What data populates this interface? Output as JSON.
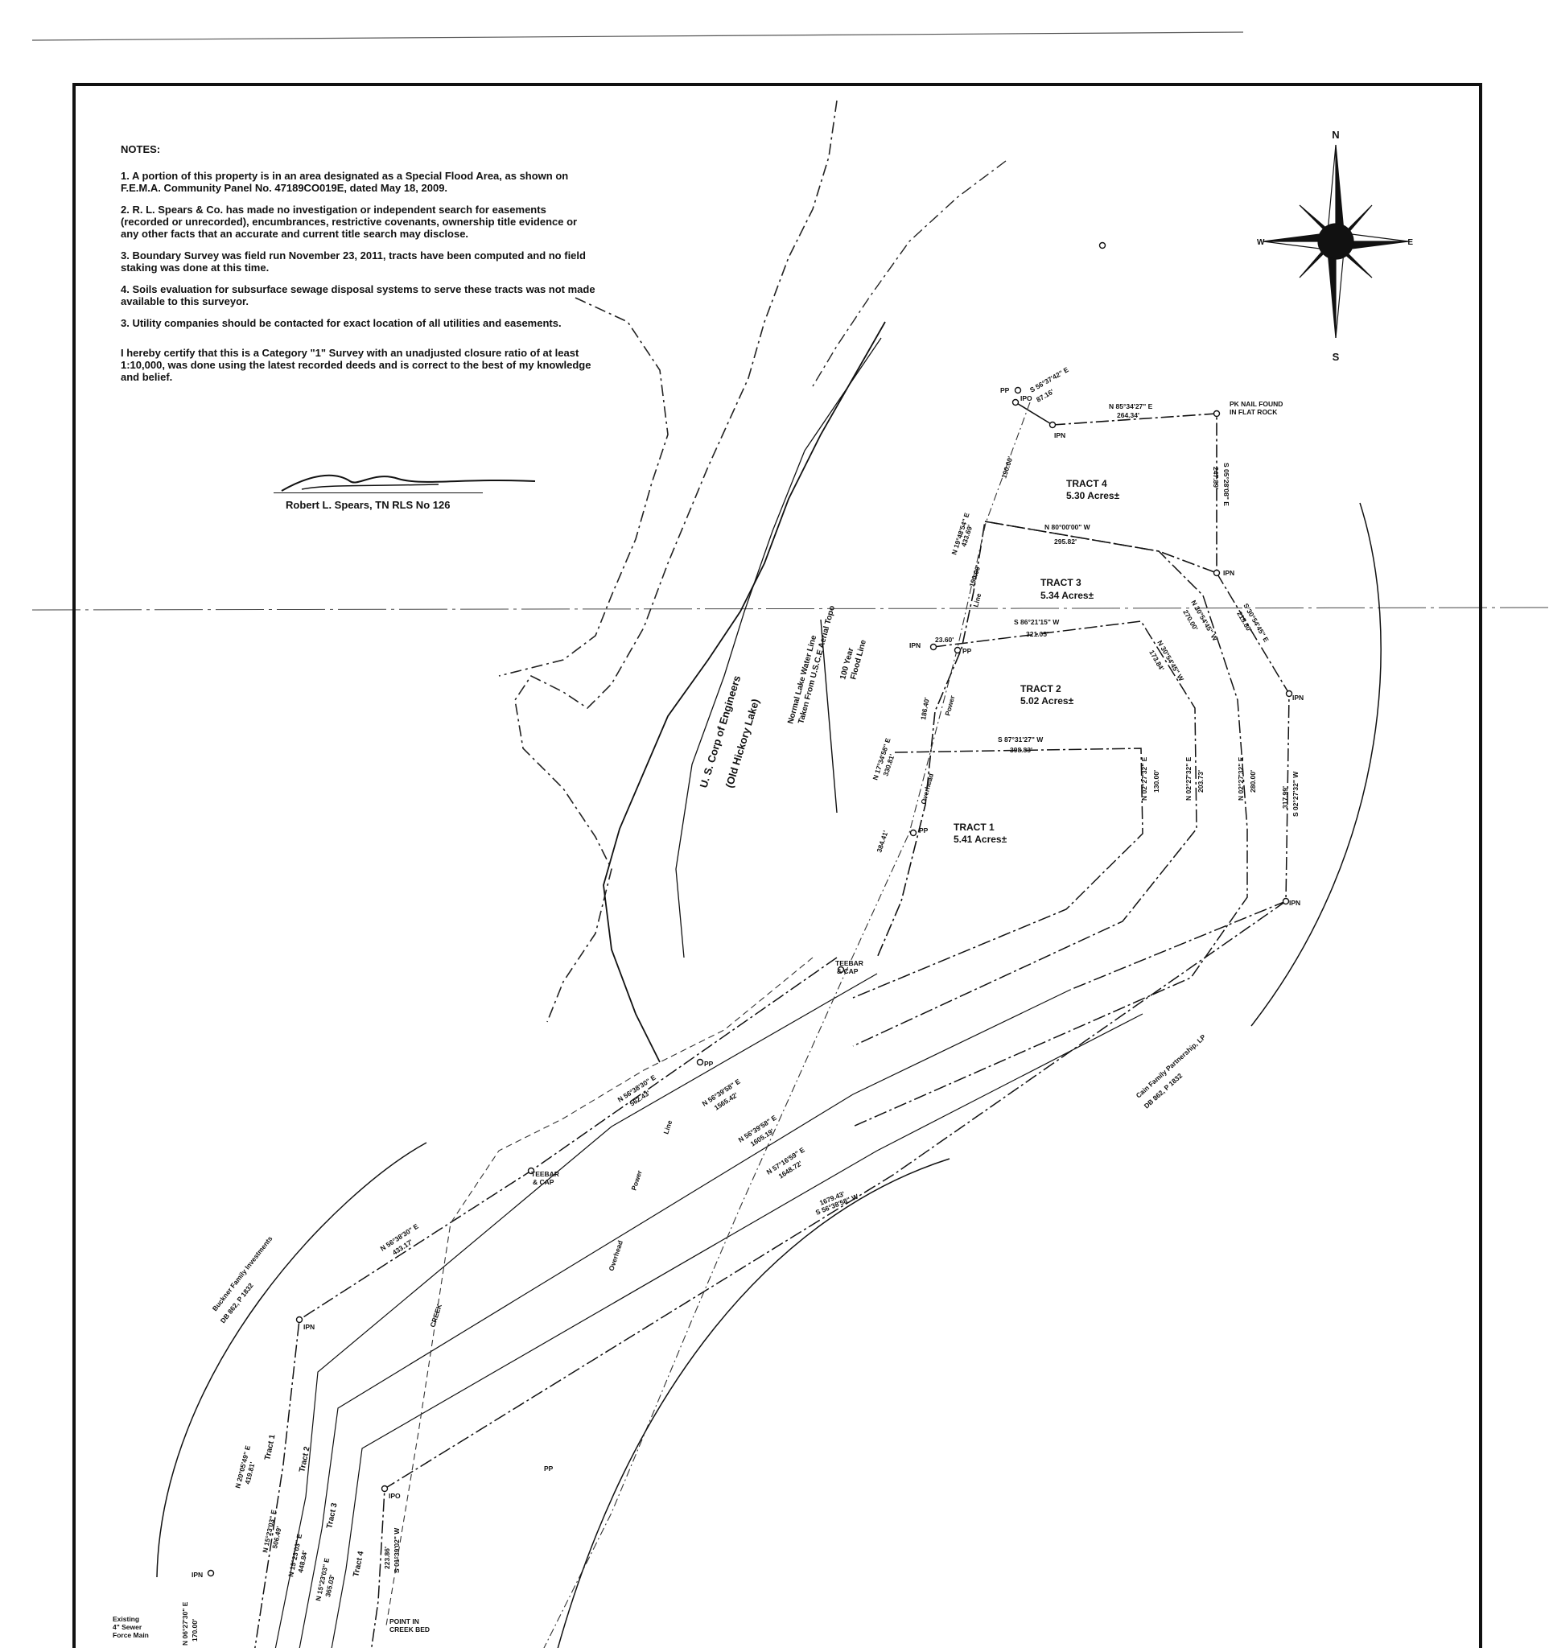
{
  "notes": {
    "header": "NOTES:",
    "items": [
      "1. A portion of this property is in an area designated as a Special Flood Area, as shown on F.E.M.A. Community Panel No. 47189CO019E, dated May 18, 2009.",
      "2. R. L. Spears & Co. has made no investigation or independent search for easements (recorded or unrecorded), encumbrances, restrictive covenants, ownership title evidence or any other facts that an accurate and current title search may disclose.",
      "3. Boundary Survey was field run November 23, 2011, tracts have been computed and no field staking was done at this time.",
      "4. Soils evaluation for subsurface sewage disposal systems to serve these tracts was not made available to this surveyor.",
      "3. Utility companies should be contacted for exact location of all utilities and easements."
    ],
    "certification": "I hereby certify that this is a Category \"1\" Survey with an unadjusted closure ratio of at least 1:10,000, was done using the latest recorded deeds and is correct to the best of my knowledge and belief.",
    "surveyor": "Robert L. Spears, TN RLS No 126"
  },
  "compass": {
    "n": "N",
    "s": "S",
    "e": "E",
    "w": "W"
  },
  "tracts": [
    {
      "name": "TRACT 4",
      "area": "5.30 Acres±"
    },
    {
      "name": "TRACT 3",
      "area": "5.34 Acres±"
    },
    {
      "name": "TRACT 2",
      "area": "5.02 Acres±"
    },
    {
      "name": "TRACT 1",
      "area": "5.41 Acres±"
    }
  ],
  "strip_labels": [
    "Tract 1",
    "Tract 2",
    "Tract 3",
    "Tract 4"
  ],
  "features": {
    "corps": "U. S. Corp of Engineers",
    "lake": "(Old Hickory Lake)",
    "water_line_1": "Normal Lake Water Line",
    "water_line_2": "Taken From U.S.C.E Aerial Topo",
    "flood_1": "100 Year",
    "flood_2": "Flood Line",
    "creek": "CREEK",
    "power": "Power",
    "overhead": "Overhead",
    "line": "Line",
    "pk_nail_1": "PK NAIL FOUND",
    "pk_nail_2": "IN FLAT ROCK",
    "point_creek_1": "POINT IN",
    "point_creek_2": "CREEK BED",
    "teebar": "TEEBAR",
    "cap": "& CAP",
    "sewer_1": "Existing",
    "sewer_2": "4\" Sewer",
    "sewer_3": "Force Main",
    "cain_1": "Cain Family Partnership, LP",
    "cain_2": "DB 862, P 1832",
    "buckner_1": "Buckner Family Investments",
    "buckner_2": "DB 862, P 1832"
  },
  "markers": {
    "ipn": "IPN",
    "ipo": "IPO",
    "pp": "PP"
  },
  "bearings": {
    "b1": "S 56°37'42\" E",
    "d1": "87.16'",
    "b2": "N 85°34'27\" E",
    "d2": "264.34'",
    "b3": "S 05°28'08\" E",
    "d3": "247.89'",
    "b4": "N 80°00'00\" W",
    "d4": "295.82'",
    "b5": "N 19°48'54\" E",
    "d5": "433.69'",
    "d6": "190.00'",
    "d7": "190.00'",
    "b8": "S 86°21'15\" W",
    "d8": "321.05'",
    "b9": "N 30°54'45\" W",
    "d9": "270.00'",
    "b10": "N 30°54'45\" W",
    "d10": "173.84'",
    "b11": "S 30°54'45\" E",
    "d11": "215.80'",
    "d12": "23.60'",
    "d13": "186.40'",
    "b14": "S 87°31'27\" W",
    "d14": "398.83'",
    "b15": "N 17°34'58\" E",
    "d15": "330.81'",
    "d16": "384.41'",
    "b17": "N 02°27'32\" E",
    "d17": "130.00'",
    "b18": "N 02°27'32\" E",
    "d18": "203.73'",
    "b19": "N 02°27'32\" E",
    "d19": "280.00'",
    "b20": "S 02°27'32\" W",
    "d20": "317.99'",
    "b21": "N 56°38'30\" E",
    "d21": "562.43'",
    "b22": "N 56°39'58\" E",
    "d22": "1565.42'",
    "b23": "N 56°39'58\" E",
    "d23": "1605.19'",
    "b24": "N 57°16'59\" E",
    "d24": "1648.72'",
    "b25": "S 56°38'58\" W",
    "d25": "1679.43'",
    "b26": "N 56°38'30\" E",
    "d26": "433.17'",
    "b27": "N 20°05'49\" E",
    "d27": "419.81'",
    "b28": "N 15°23'03\" E",
    "d28": "506.49'",
    "b29": "N 15°23'03\" E",
    "d29": "448.84'",
    "b30": "N 15°23'03\" E",
    "d30": "365.03'",
    "b31": "S 01°39'02\" W",
    "d31": "223.86'",
    "b32": "N 06°27'30\" E",
    "d32": "170.00'"
  }
}
